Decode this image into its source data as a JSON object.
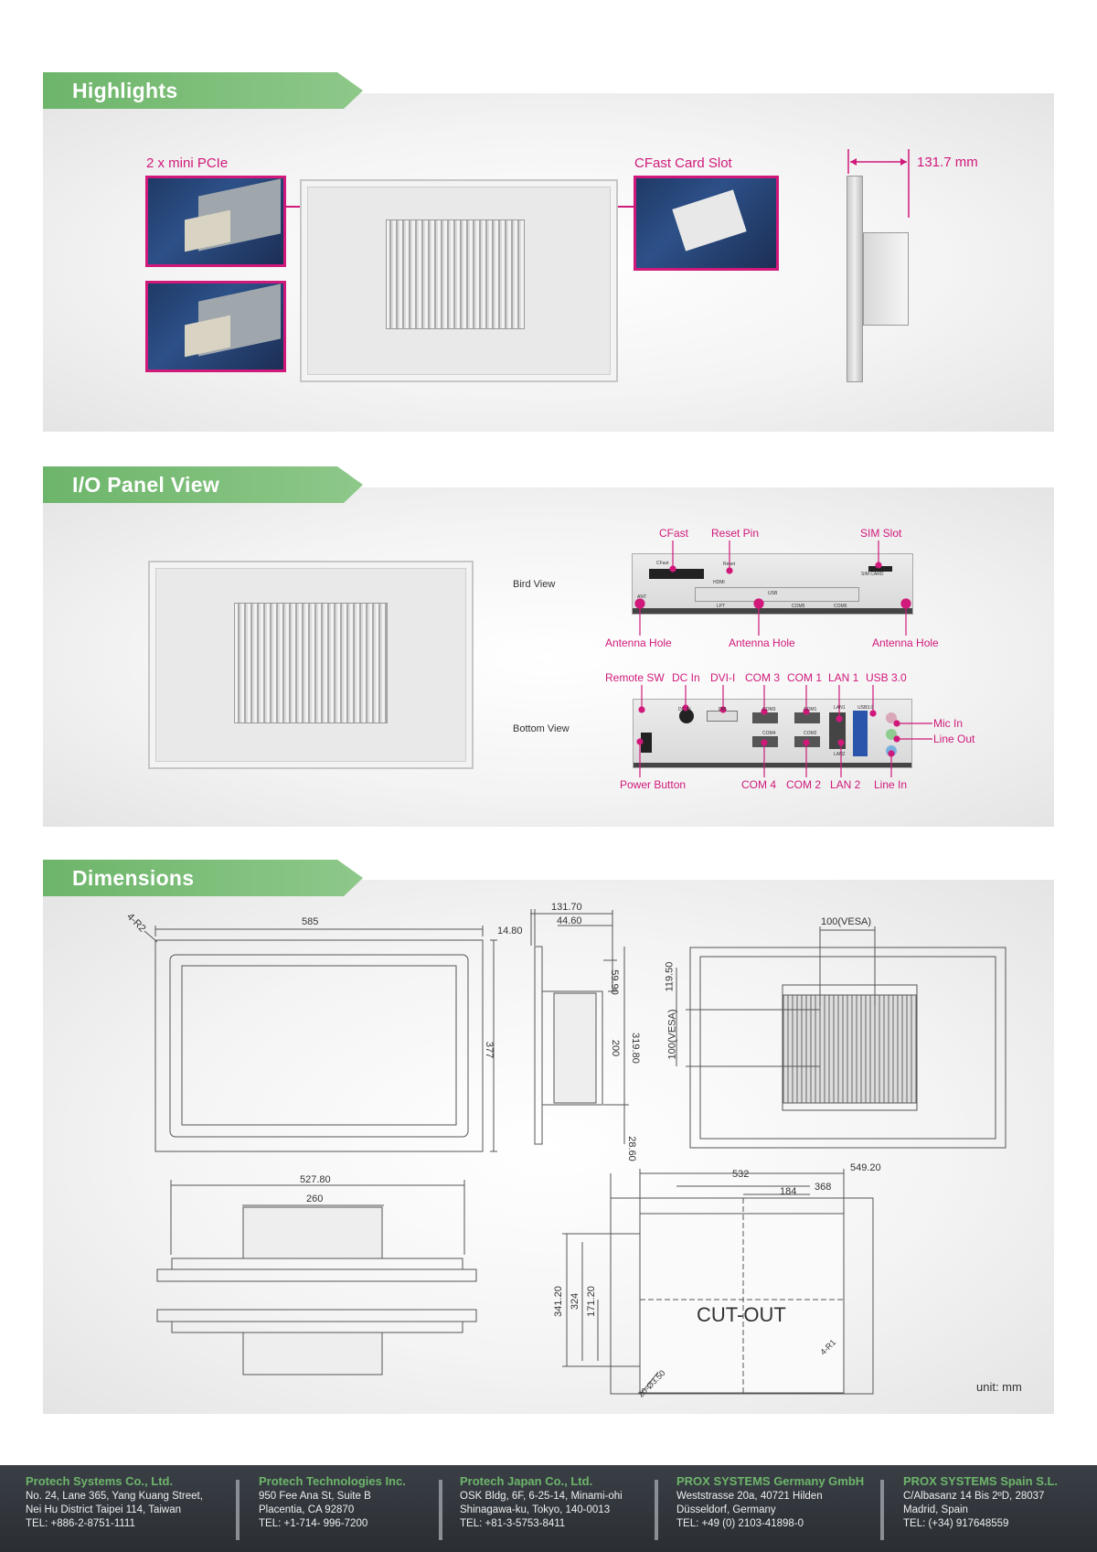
{
  "sections": {
    "highlights": "Highlights",
    "io": "I/O Panel View",
    "dimensions": "Dimensions"
  },
  "highlights": {
    "mini_pcie": "2 x mini PCIe",
    "cfast_slot": "CFast Card Slot",
    "depth": "131.7 mm"
  },
  "io": {
    "bird_view": "Bird View",
    "bottom_view": "Bottom View",
    "bird_top": [
      "CFast",
      "Reset Pin",
      "SIM Slot"
    ],
    "bird_bottom": [
      "Antenna Hole",
      "Antenna Hole",
      "Antenna Hole"
    ],
    "bottom_top": [
      "Remote SW",
      "DC In",
      "DVI-I",
      "COM 3",
      "COM 1",
      "LAN 1",
      "USB 3.0"
    ],
    "bottom_right": [
      "Mic In",
      "Line Out"
    ],
    "bottom_bottom": [
      "Power Button",
      "COM 4",
      "COM 2",
      "LAN 2",
      "Line In"
    ],
    "board_marks": [
      "CFast",
      "Reset",
      "HDMI",
      "USB",
      "LPT",
      "COM5",
      "COM6",
      "SIM CARD",
      "ANT",
      "DC IN",
      "DVI",
      "COM3",
      "COM1",
      "LAN1",
      "USB3.0",
      "COM4",
      "COM2",
      "LAN2"
    ]
  },
  "dimensions": {
    "front": {
      "corner": "4-R2",
      "width": "585",
      "height": "377"
    },
    "side": {
      "d1": "131.70",
      "d2": "44.60",
      "d3": "14.80",
      "h1": "59.90",
      "h2": "200",
      "h3": "319.80",
      "h4": "28.60"
    },
    "rear": {
      "vesa_h": "100(VESA)",
      "vesa_v": "100(VESA)",
      "v1": "119.50"
    },
    "bottom": {
      "w1": "527.80",
      "w2": "260"
    },
    "cutout": {
      "w_outer": "549.20",
      "w_inner": "532",
      "w_mid": "368",
      "w_small": "184",
      "h_outer": "341.20",
      "h_inner": "324",
      "h_half": "171.20",
      "label": "CUT-OUT",
      "corner": "4-R1",
      "holes": "20-Ø3.50"
    },
    "unit": "unit: mm"
  },
  "footer": [
    {
      "name": "Protech Systems Co., Ltd.",
      "l1": "No. 24, Lane 365, Yang Kuang Street,",
      "l2": "Nei Hu District Taipei 114, Taiwan",
      "l3": "TEL: +886-2-8751-1111"
    },
    {
      "name": "Protech Technologies Inc.",
      "l1": "950 Fee Ana St, Suite B",
      "l2": "Placentia, CA 92870",
      "l3": "TEL: +1-714- 996-7200"
    },
    {
      "name": "Protech Japan Co., Ltd.",
      "l1": "OSK Bldg, 6F, 6-25-14, Minami-ohi",
      "l2": "Shinagawa-ku, Tokyo, 140-0013",
      "l3": "TEL: +81-3-5753-8411"
    },
    {
      "name": "PROX SYSTEMS Germany GmbH",
      "l1": "Weststrasse 20a, 40721 Hilden",
      "l2": "Düsseldorf, Germany",
      "l3": "TEL: +49 (0) 2103-41898-0"
    },
    {
      "name": "PROX SYSTEMS Spain S.L.",
      "l1": "C/Albasanz 14 Bis 2ºD, 28037",
      "l2": "Madrid, Spain",
      "l3": "TEL: (+34) 917648559"
    }
  ]
}
